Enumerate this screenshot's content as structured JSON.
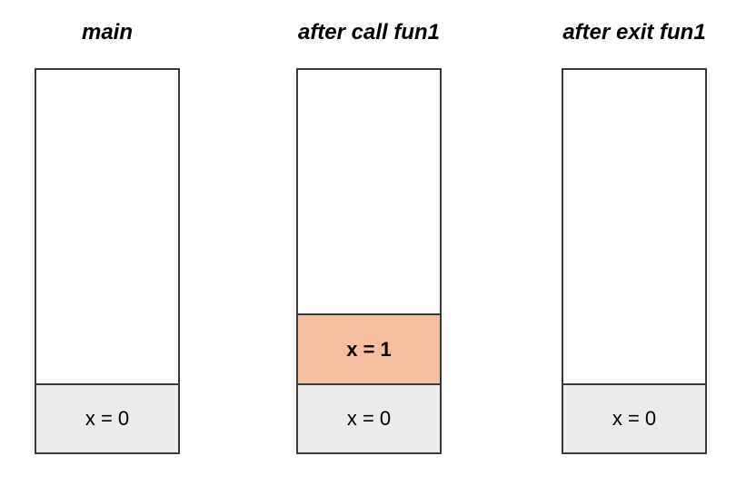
{
  "colors": {
    "frame_gray": "#ebebeb",
    "frame_highlight": "#f7bf9f",
    "border": "#3a3a3a"
  },
  "stacks": [
    {
      "title": "main",
      "frames": [
        "x = 0"
      ]
    },
    {
      "title": "after call fun1",
      "frames": [
        "x = 0",
        "x = 1"
      ]
    },
    {
      "title": "after exit fun1",
      "frames": [
        "x = 0"
      ]
    }
  ]
}
